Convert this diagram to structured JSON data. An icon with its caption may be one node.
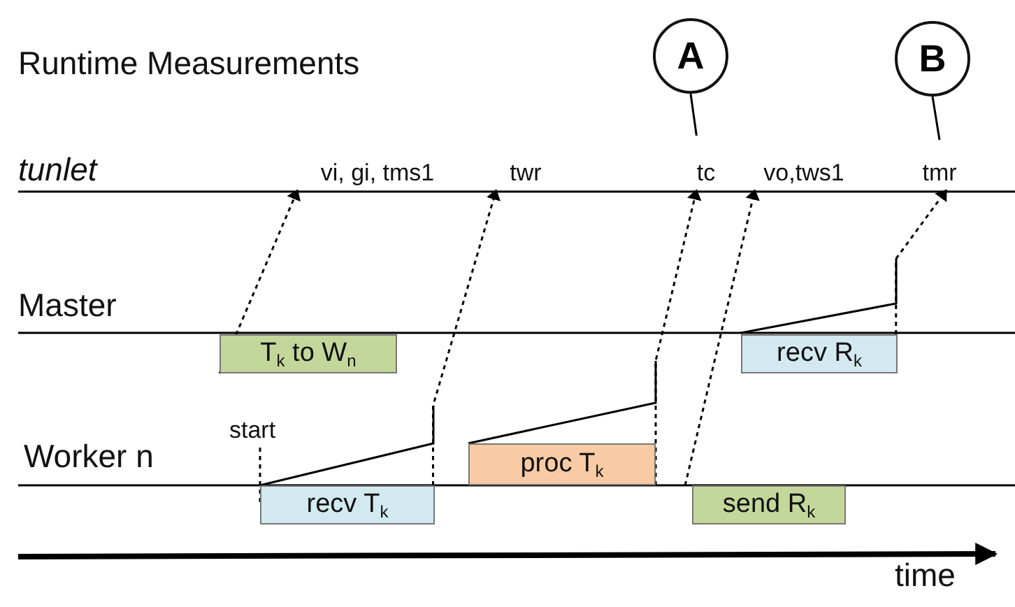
{
  "diagram": {
    "title": "Runtime Measurements",
    "nodes": [
      {
        "text": [
          "A"
        ]
      },
      {
        "text": [
          "B"
        ]
      },
      {
        "text": [
          "vi, gi, tms1"
        ]
      },
      {
        "text": [
          "twr"
        ]
      },
      {
        "text": [
          "tc"
        ]
      },
      {
        "text": [
          "vo,tws1"
        ]
      },
      {
        "text": [
          "tmr"
        ]
      },
      {
        "text": [
          "T$_{k}$ to W$_{n}$"
        ]
      },
      {
        "text": [
          "recv R$_{k}$"
        ]
      },
      {
        "text": [
          "start"
        ]
      },
      {
        "text": [
          "recv T$_{k}$"
        ]
      },
      {
        "text": [
          "proc T$_{k}$"
        ]
      },
      {
        "text": [
          "send R$_{k}$"
        ]
      }
    ],
    "edges": [
      {
        "from": 7,
        "to": 2,
        "arrow": "to",
        "style": "dashed"
      },
      {
        "from": 10,
        "to": 3,
        "arrow": "to",
        "style": "dashed"
      },
      {
        "from": 11,
        "to": 4,
        "arrow": "to",
        "style": "dashed"
      },
      {
        "from": 12,
        "to": 5,
        "arrow": "to",
        "style": "dashed"
      },
      {
        "from": 8,
        "to": 6,
        "arrow": "to",
        "style": "dashed"
      },
      {
        "from": 0,
        "to": 4,
        "arrow": "none"
      },
      {
        "from": 1,
        "to": 6,
        "arrow": "none"
      },
      {
        "from": 9,
        "to": 10,
        "arrow": "none",
        "style": "dashed"
      }
    ],
    "labels": [
      "tunlet",
      "Master",
      "Worker n",
      "time"
    ]
  }
}
